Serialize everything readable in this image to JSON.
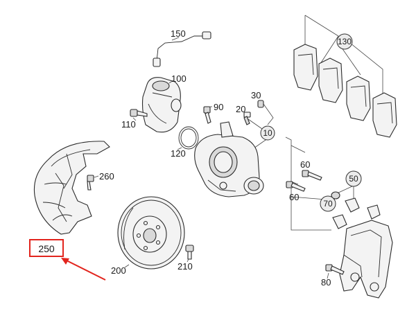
{
  "labels": {
    "p10": "10",
    "p20": "20",
    "p30": "30",
    "p50": "50",
    "p60a": "60",
    "p60b": "60",
    "p70": "70",
    "p80": "80",
    "p90": "90",
    "p100": "100",
    "p110": "110",
    "p120": "120",
    "p130": "130",
    "p150": "150",
    "p200": "200",
    "p210": "210",
    "p250": "250",
    "p260": "260"
  },
  "highlight": {
    "label": "250",
    "color": "#e2241d"
  }
}
